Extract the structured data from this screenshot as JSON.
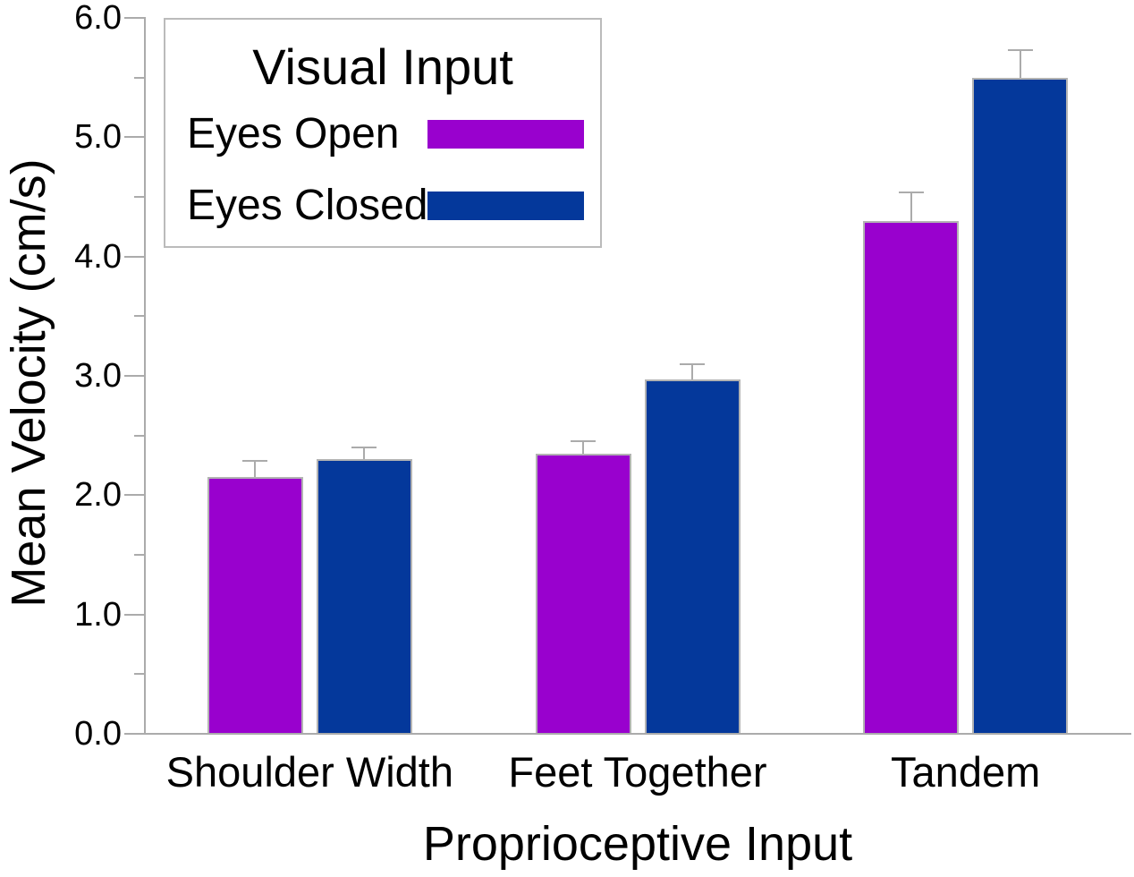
{
  "chart_data": {
    "type": "bar",
    "title": "",
    "xlabel": "Proprioceptive Input",
    "ylabel": "Mean Velocity (cm/s)",
    "categories": [
      "Shoulder Width",
      "Feet Together",
      "Tandem"
    ],
    "series": [
      {
        "name": "Eyes Open",
        "color": "#9901ce",
        "values": [
          2.15,
          2.35,
          4.3
        ],
        "errors_upper": [
          0.14,
          0.1,
          0.24
        ]
      },
      {
        "name": "Eyes Closed",
        "color": "#04389b",
        "values": [
          2.3,
          2.97,
          5.5
        ],
        "errors_upper": [
          0.1,
          0.13,
          0.23
        ]
      }
    ],
    "ylim": [
      0.0,
      6.0
    ],
    "ytick_major_step": 1.0,
    "ytick_minor_step": 0.5,
    "ytick_labels": [
      "0.0",
      "1.0",
      "2.0",
      "3.0",
      "4.0",
      "5.0",
      "6.0"
    ],
    "grid": false,
    "error_bars": "upper-only",
    "legend": {
      "title": "Visual Input",
      "position": "top-left"
    },
    "colors": {
      "axis": "#ababab",
      "error_bar": "#ababab",
      "bar_outline": "#b3b3b3",
      "legend_border": "#bbbbbb",
      "text": "#000000",
      "background": "#ffffff"
    }
  }
}
